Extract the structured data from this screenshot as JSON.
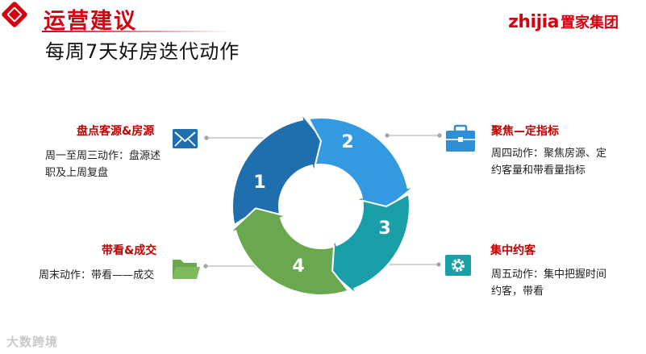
{
  "header": {
    "title": "运营建议",
    "subtitle": "每周7天好房迭代动作",
    "brand_en": "zhijia",
    "brand_cn": "置家集团"
  },
  "cycle": {
    "steps": [
      {
        "number": "1",
        "color": "#1f6fae"
      },
      {
        "number": "2",
        "color": "#3399e0"
      },
      {
        "number": "3",
        "color": "#1a9ea8"
      },
      {
        "number": "4",
        "color": "#6aa84f"
      }
    ]
  },
  "blocks": {
    "top_left": {
      "title": "盘点客源&房源",
      "desc_line1": "周一至周三动作：盘源述",
      "desc_line2": "职及上周复盘",
      "icon": "envelope-icon"
    },
    "top_right": {
      "title": "聚焦—定指标",
      "desc_line1": "周四动作：聚焦房源、定",
      "desc_line2": "约客量和带看量指标",
      "icon": "briefcase-icon"
    },
    "bottom_left": {
      "title": "带看&成交",
      "desc_line1": "周末动作：带看——成交",
      "icon": "folder-icon"
    },
    "bottom_right": {
      "title": "集中约客",
      "desc_line1": "周五动作：集中把握时间",
      "desc_line2": "约客，带看",
      "icon": "gear-icon"
    }
  },
  "colors": {
    "accent_red": "#d6000f",
    "icon_blue": "#1f6fae",
    "icon_teal": "#1a9ea8",
    "icon_green": "#6aa84f"
  },
  "watermark": "大数跨境"
}
